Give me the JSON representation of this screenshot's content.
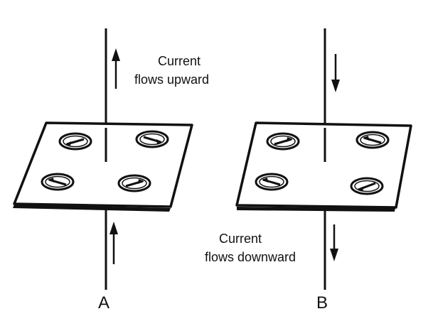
{
  "panels": [
    {
      "label": "A",
      "caption": [
        "Current",
        "flows upward"
      ],
      "current_direction": "up",
      "compass_needles": [
        "pointing left",
        "pointing right",
        "pointing left",
        "pointing right"
      ]
    },
    {
      "label": "B",
      "caption": [
        "Current",
        "flows downward"
      ],
      "current_direction": "down",
      "compass_needles": [
        "pointing right",
        "pointing left",
        "pointing left",
        "pointing left"
      ]
    }
  ],
  "colors": {
    "ink": "#111111",
    "paper": "#ffffff"
  }
}
